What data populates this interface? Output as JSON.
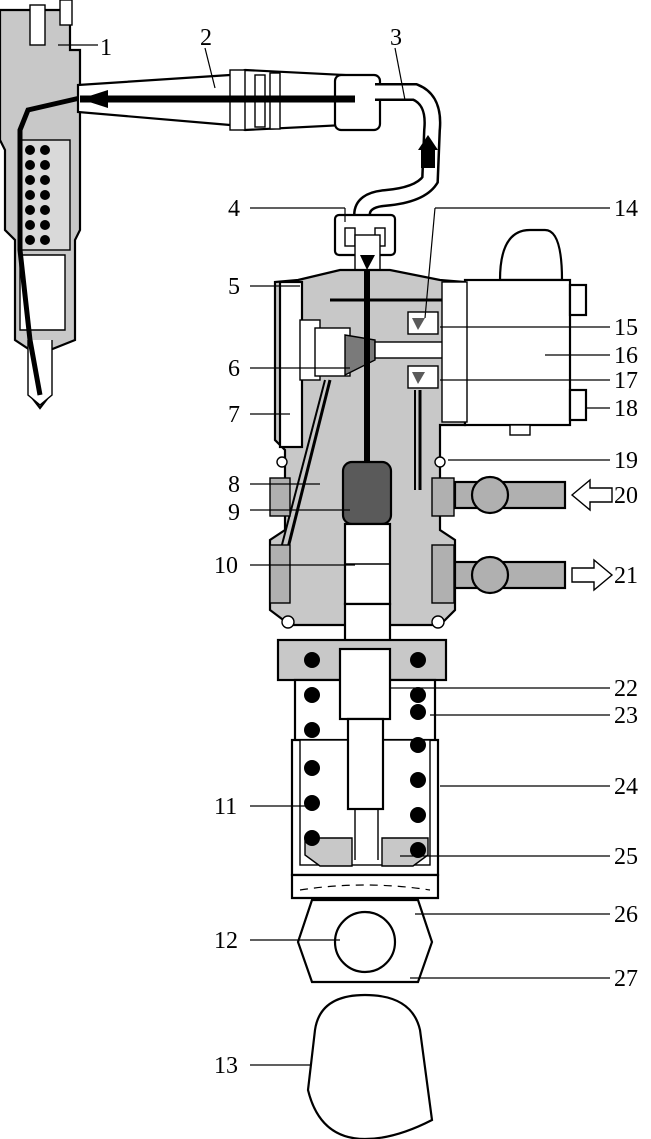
{
  "colors": {
    "housing": "#c8c8c8",
    "body": "#b9b9b9",
    "dark_part": "#5a5a5a",
    "white": "#ffffff",
    "line": "#000000"
  },
  "labels": {
    "l1": "1",
    "l2": "2",
    "l3": "3",
    "l4": "4",
    "l5": "5",
    "l6": "6",
    "l7": "7",
    "l8": "8",
    "l9": "9",
    "l10": "10",
    "l11": "11",
    "l12": "12",
    "l13": "13",
    "l14": "14",
    "l15": "15",
    "l16": "16",
    "l17": "17",
    "l18": "18",
    "l19": "19",
    "l20": "20",
    "l21": "21",
    "l22": "22",
    "l23": "23",
    "l24": "24",
    "l25": "25",
    "l26": "26",
    "l27": "27"
  },
  "arrows": {
    "fuel_in_icon": "hollow-arrow-left",
    "fuel_out_icon": "hollow-arrow-right",
    "flow_icon": "solid-arrow"
  }
}
